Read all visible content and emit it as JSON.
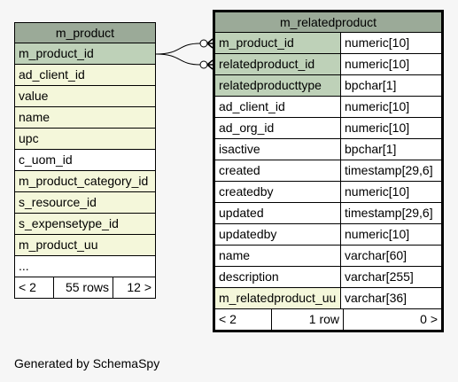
{
  "left_table": {
    "title": "m_product",
    "columns": [
      {
        "name": "m_product_id",
        "kind": "pk"
      },
      {
        "name": "ad_client_id",
        "kind": "idx"
      },
      {
        "name": "value",
        "kind": "idx"
      },
      {
        "name": "name",
        "kind": "idx"
      },
      {
        "name": "upc",
        "kind": "idx"
      },
      {
        "name": "c_uom_id",
        "kind": "plain"
      },
      {
        "name": "m_product_category_id",
        "kind": "idx"
      },
      {
        "name": "s_resource_id",
        "kind": "idx"
      },
      {
        "name": "s_expensetype_id",
        "kind": "idx"
      },
      {
        "name": "m_product_uu",
        "kind": "idx"
      },
      {
        "name": "...",
        "kind": "plain"
      }
    ],
    "footer": {
      "parents": "< 2",
      "rows": "55 rows",
      "children": "12 >"
    }
  },
  "right_table": {
    "title": "m_relatedproduct",
    "columns": [
      {
        "name": "m_product_id",
        "type": "numeric[10]",
        "kind": "pk"
      },
      {
        "name": "relatedproduct_id",
        "type": "numeric[10]",
        "kind": "pk"
      },
      {
        "name": "relatedproducttype",
        "type": "bpchar[1]",
        "kind": "pk"
      },
      {
        "name": "ad_client_id",
        "type": "numeric[10]",
        "kind": "plain"
      },
      {
        "name": "ad_org_id",
        "type": "numeric[10]",
        "kind": "plain"
      },
      {
        "name": "isactive",
        "type": "bpchar[1]",
        "kind": "plain"
      },
      {
        "name": "created",
        "type": "timestamp[29,6]",
        "kind": "plain"
      },
      {
        "name": "createdby",
        "type": "numeric[10]",
        "kind": "plain"
      },
      {
        "name": "updated",
        "type": "timestamp[29,6]",
        "kind": "plain"
      },
      {
        "name": "updatedby",
        "type": "numeric[10]",
        "kind": "plain"
      },
      {
        "name": "name",
        "type": "varchar[60]",
        "kind": "plain"
      },
      {
        "name": "description",
        "type": "varchar[255]",
        "kind": "plain"
      },
      {
        "name": "m_relatedproduct_uu",
        "type": "varchar[36]",
        "kind": "idx"
      }
    ],
    "footer": {
      "parents": "< 2",
      "rows": "1 row",
      "children": "0 >"
    }
  },
  "relationships": [
    {
      "from": "m_product.m_product_id",
      "to": "m_relatedproduct.m_product_id"
    },
    {
      "from": "m_product.m_product_id",
      "to": "m_relatedproduct.relatedproduct_id"
    }
  ],
  "footer_text": "Generated by SchemaSpy",
  "colors": {
    "title": "#9baa98",
    "pk": "#bed1b8",
    "idx": "#f4f7da",
    "background": "#f6f6f6"
  }
}
